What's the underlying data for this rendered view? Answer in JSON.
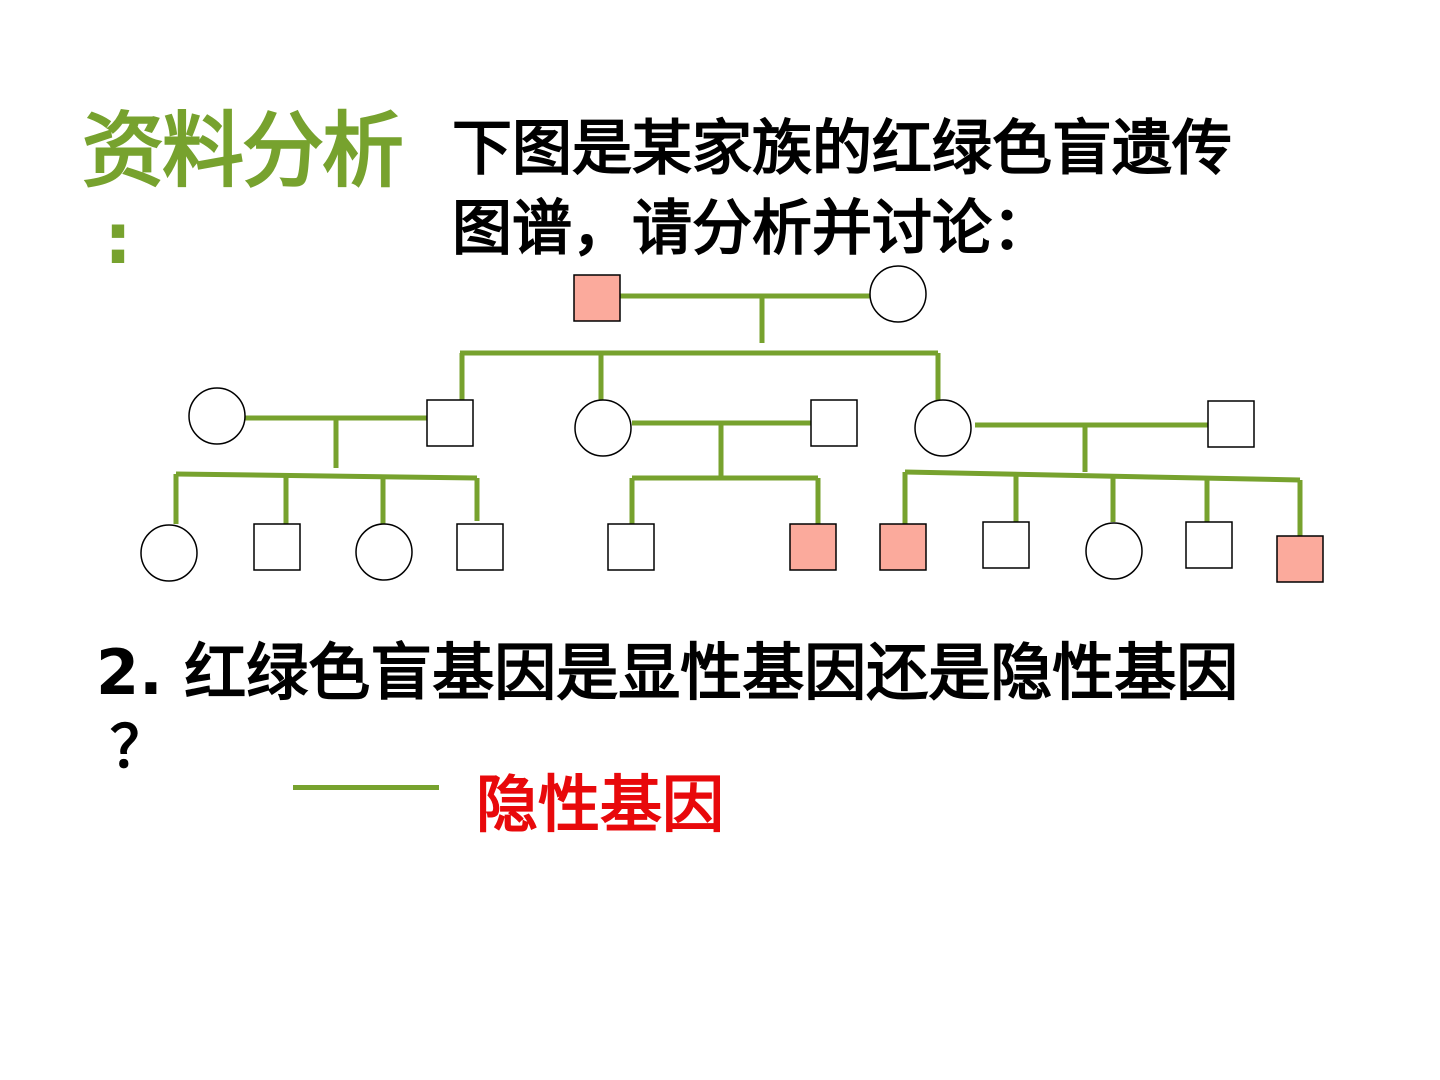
{
  "slide": {
    "title": "资料分析",
    "title_colon": ":",
    "intro_line1": "下图是某家族的红绿色盲遗传",
    "intro_line2": "图谱，请分析并讨论：",
    "question_line1": "2.  红绿色盲基因是显性基因还是隐性基因",
    "question_line2": "？",
    "answer": "隐性基因"
  },
  "colors": {
    "accent_green": "#77a22e",
    "answer_red": "#e8090b",
    "affected_fill": "#fbaa9c",
    "text_black": "#000000"
  },
  "pedigree": {
    "legend_meaning": {
      "square": "male",
      "circle": "female",
      "filled": "affected"
    },
    "generations": [
      {
        "members": [
          {
            "id": "I-1",
            "sex": "male",
            "affected": true
          },
          {
            "id": "I-2",
            "sex": "female",
            "affected": false
          }
        ]
      },
      {
        "members": [
          {
            "id": "II-1",
            "sex": "female",
            "affected": false
          },
          {
            "id": "II-2",
            "sex": "male",
            "affected": false
          },
          {
            "id": "II-3",
            "sex": "female",
            "affected": false
          },
          {
            "id": "II-4",
            "sex": "male",
            "affected": false
          },
          {
            "id": "II-5",
            "sex": "female",
            "affected": false
          },
          {
            "id": "II-6",
            "sex": "male",
            "affected": false
          }
        ]
      },
      {
        "members": [
          {
            "id": "III-1",
            "sex": "female",
            "affected": false
          },
          {
            "id": "III-2",
            "sex": "male",
            "affected": false
          },
          {
            "id": "III-3",
            "sex": "female",
            "affected": false
          },
          {
            "id": "III-4",
            "sex": "male",
            "affected": false
          },
          {
            "id": "III-5",
            "sex": "male",
            "affected": false
          },
          {
            "id": "III-6",
            "sex": "male",
            "affected": true
          },
          {
            "id": "III-7",
            "sex": "male",
            "affected": true
          },
          {
            "id": "III-8",
            "sex": "male",
            "affected": false
          },
          {
            "id": "III-9",
            "sex": "female",
            "affected": false
          },
          {
            "id": "III-10",
            "sex": "male",
            "affected": false
          },
          {
            "id": "III-11",
            "sex": "male",
            "affected": true
          }
        ]
      }
    ]
  }
}
